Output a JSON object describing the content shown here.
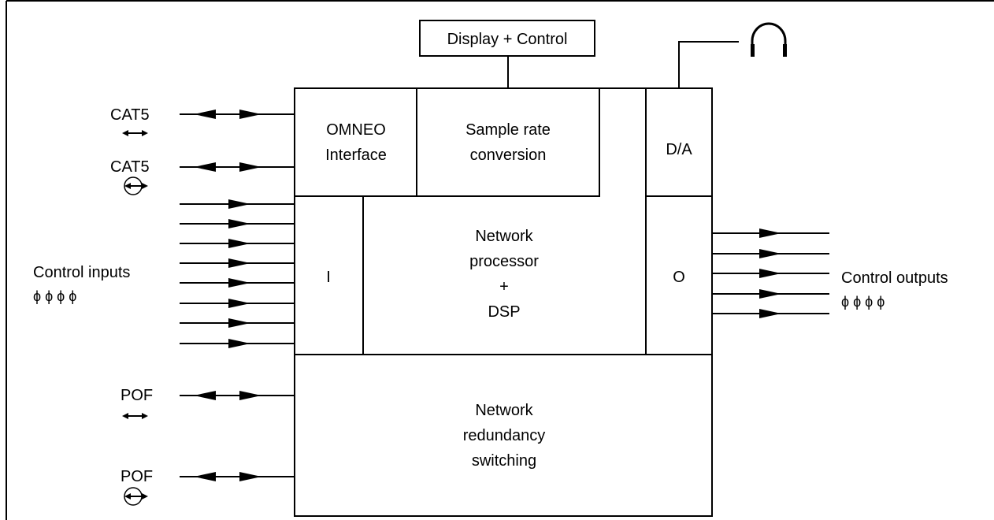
{
  "blocks": {
    "display_control": "Display + Control",
    "omneo_line1": "OMNEO",
    "omneo_line2": "Interface",
    "src_line1": "Sample rate",
    "src_line2": "conversion",
    "da": "D/A",
    "input_block": "I",
    "output_block": "O",
    "np_line1": "Network",
    "np_line2": "processor",
    "np_line3": "+",
    "np_line4": "DSP",
    "redundancy_line1": "Network",
    "redundancy_line2": "redundancy",
    "redundancy_line3": "switching"
  },
  "ports": {
    "cat5_top": "CAT5",
    "cat5_bottom": "CAT5",
    "pof_top": "POF",
    "pof_bottom": "POF",
    "control_inputs": "Control inputs",
    "control_inputs_symbols": "ϕ ϕ ϕ ϕ",
    "control_outputs": "Control outputs",
    "control_outputs_symbols": "ϕ ϕ ϕ ϕ"
  },
  "icons": {
    "headphones": "headphones-icon",
    "copper_connector": "double-arrow-icon",
    "fiber_connector": "fiber-connector-icon"
  }
}
